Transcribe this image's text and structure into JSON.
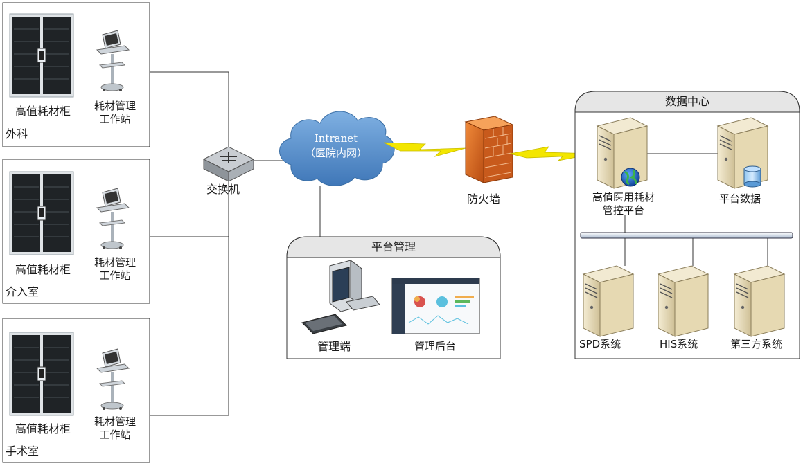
{
  "departments": [
    {
      "cabinet_label": "高值耗材柜",
      "workstation_label": "耗材管理\n工作站",
      "department_label": "外科"
    },
    {
      "cabinet_label": "高值耗材柜",
      "workstation_label": "耗材管理\n工作站",
      "department_label": "介入室"
    },
    {
      "cabinet_label": "高值耗材柜",
      "workstation_label": "耗材管理\n工作站",
      "department_label": "手术室"
    }
  ],
  "switch_label": "交换机",
  "intranet": {
    "line1": "Intranet",
    "line2": "（医院内网）"
  },
  "firewall_label": "防火墙",
  "platform_management": {
    "title": "平台管理",
    "admin_terminal_label": "管理端",
    "admin_backend_label": "管理后台"
  },
  "data_center": {
    "title": "数据中心",
    "control_platform_label": "高值医用耗材\n管控平台",
    "platform_data_label": "平台数据",
    "systems": [
      "SPD系统",
      "HIS系统",
      "第三方系统"
    ]
  },
  "colors": {
    "cloud": "#5b93cf",
    "firewall": "#d9691f",
    "lightning": "#f3e600",
    "bus": "#d6e2f0",
    "server": "#e9dcb7"
  },
  "icons": {
    "cabinet": "cabinet-icon",
    "workstation": "workstation-cart-icon",
    "switch": "network-switch-icon",
    "cloud": "cloud-icon",
    "firewall": "firewall-icon",
    "server": "server-tower-icon",
    "database": "database-icon",
    "globe": "globe-icon",
    "pc": "desktop-pc-icon",
    "dashboard": "dashboard-screenshot-icon"
  }
}
